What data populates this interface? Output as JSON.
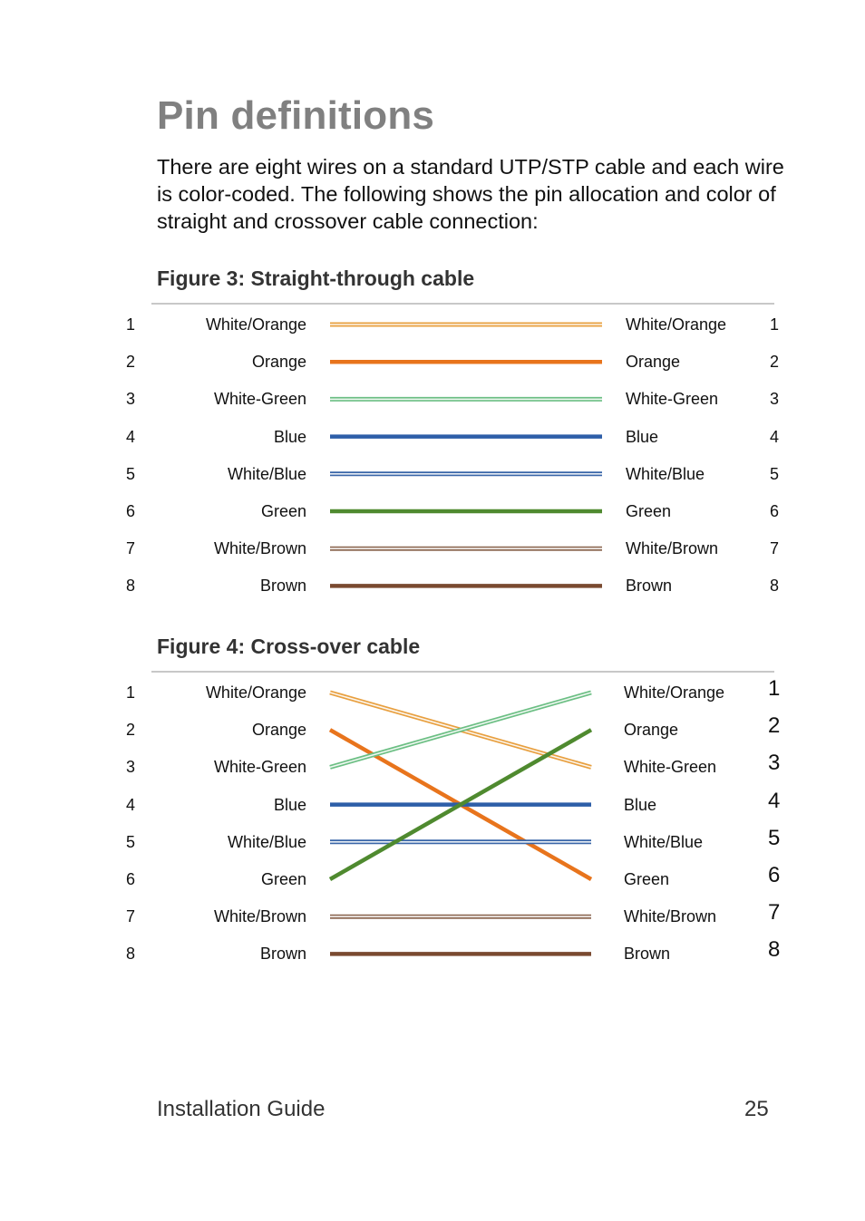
{
  "title": "Pin definitions",
  "intro": "There are eight wires on a standard UTP/STP cable and each wire is color-coded. The following shows the pin allocation and color of straight and crossover cable connection:",
  "figures": {
    "straight": {
      "caption": "Figure 3: Straight-through cable",
      "left": [
        {
          "pin": "1",
          "label": "White/Orange"
        },
        {
          "pin": "2",
          "label": "Orange"
        },
        {
          "pin": "3",
          "label": "White-Green"
        },
        {
          "pin": "4",
          "label": "Blue"
        },
        {
          "pin": "5",
          "label": "White/Blue"
        },
        {
          "pin": "6",
          "label": "Green"
        },
        {
          "pin": "7",
          "label": "White/Brown"
        },
        {
          "pin": "8",
          "label": "Brown"
        }
      ],
      "right": [
        {
          "pin": "1",
          "label": "White/Orange"
        },
        {
          "pin": "2",
          "label": "Orange"
        },
        {
          "pin": "3",
          "label": "White-Green"
        },
        {
          "pin": "4",
          "label": "Blue"
        },
        {
          "pin": "5",
          "label": "White/Blue"
        },
        {
          "pin": "6",
          "label": "Green"
        },
        {
          "pin": "7",
          "label": "White/Brown"
        },
        {
          "pin": "8",
          "label": "Brown"
        }
      ],
      "wires": [
        {
          "from": 1,
          "to": 1,
          "color": "#e8a040",
          "striped": true
        },
        {
          "from": 2,
          "to": 2,
          "color": "#e8741c",
          "striped": false
        },
        {
          "from": 3,
          "to": 3,
          "color": "#6cbf84",
          "striped": true
        },
        {
          "from": 4,
          "to": 4,
          "color": "#2d5ea8",
          "striped": false
        },
        {
          "from": 5,
          "to": 5,
          "color": "#3a66a8",
          "striped": true
        },
        {
          "from": 6,
          "to": 6,
          "color": "#4f8a2f",
          "striped": false
        },
        {
          "from": 7,
          "to": 7,
          "color": "#8e6a55",
          "striped": true
        },
        {
          "from": 8,
          "to": 8,
          "color": "#7a4a30",
          "striped": false
        }
      ]
    },
    "crossover": {
      "caption": "Figure 4: Cross-over cable",
      "left": [
        {
          "pin": "1",
          "label": "White/Orange"
        },
        {
          "pin": "2",
          "label": "Orange"
        },
        {
          "pin": "3",
          "label": "White-Green"
        },
        {
          "pin": "4",
          "label": "Blue"
        },
        {
          "pin": "5",
          "label": "White/Blue"
        },
        {
          "pin": "6",
          "label": "Green"
        },
        {
          "pin": "7",
          "label": "White/Brown"
        },
        {
          "pin": "8",
          "label": "Brown"
        }
      ],
      "right": [
        {
          "pin": "1",
          "label": "White/Orange"
        },
        {
          "pin": "2",
          "label": "Orange"
        },
        {
          "pin": "3",
          "label": "White-Green"
        },
        {
          "pin": "4",
          "label": "Blue"
        },
        {
          "pin": "5",
          "label": "White/Blue"
        },
        {
          "pin": "6",
          "label": "Green"
        },
        {
          "pin": "7",
          "label": "White/Brown"
        },
        {
          "pin": "8",
          "label": "Brown"
        }
      ],
      "wires": [
        {
          "from": 1,
          "to": 3,
          "color": "#e8a040",
          "striped": true
        },
        {
          "from": 2,
          "to": 6,
          "color": "#e8741c",
          "striped": false
        },
        {
          "from": 3,
          "to": 1,
          "color": "#6cbf84",
          "striped": true
        },
        {
          "from": 4,
          "to": 4,
          "color": "#2d5ea8",
          "striped": false
        },
        {
          "from": 5,
          "to": 5,
          "color": "#3a66a8",
          "striped": true
        },
        {
          "from": 6,
          "to": 2,
          "color": "#4f8a2f",
          "striped": false
        },
        {
          "from": 7,
          "to": 7,
          "color": "#8e6a55",
          "striped": true
        },
        {
          "from": 8,
          "to": 8,
          "color": "#7a4a30",
          "striped": false
        }
      ]
    }
  },
  "footer": {
    "left": "Installation Guide",
    "page_number": "25"
  }
}
